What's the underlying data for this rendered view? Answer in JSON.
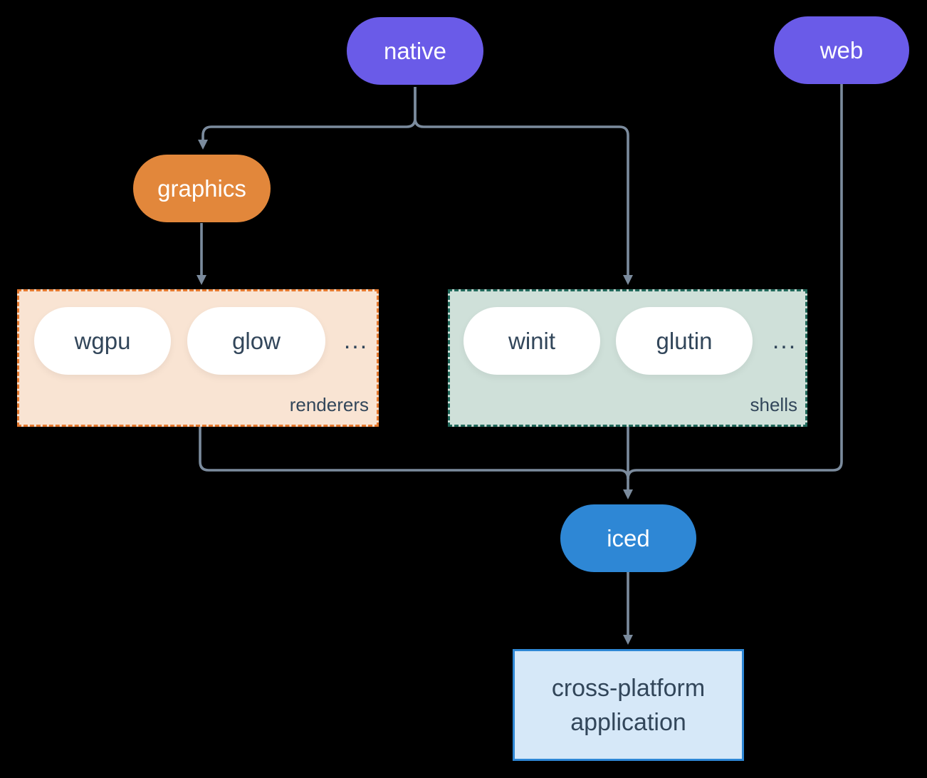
{
  "diagram": {
    "nodes": {
      "native": {
        "label": "native"
      },
      "web": {
        "label": "web"
      },
      "graphics": {
        "label": "graphics"
      },
      "iced": {
        "label": "iced"
      },
      "app": {
        "line1": "cross-platform",
        "line2": "application"
      }
    },
    "groups": {
      "renderers": {
        "label": "renderers",
        "items": [
          "wgpu",
          "glow"
        ],
        "ellipsis": "..."
      },
      "shells": {
        "label": "shells",
        "items": [
          "winit",
          "glutin"
        ],
        "ellipsis": "..."
      }
    },
    "colors": {
      "platform": "#6a5be8",
      "graphics": "#e2873b",
      "renderers_fill": "#f9e4d3",
      "renderers_border": "#e5792f",
      "shells_fill": "#cfe0d9",
      "shells_border": "#20685a",
      "iced": "#2e87d5",
      "app_fill": "#d6e8f8",
      "app_border": "#2e87d5",
      "text_dark": "#32465a",
      "connector": "#7b8b9d",
      "pill_text": "#ffffff"
    }
  }
}
